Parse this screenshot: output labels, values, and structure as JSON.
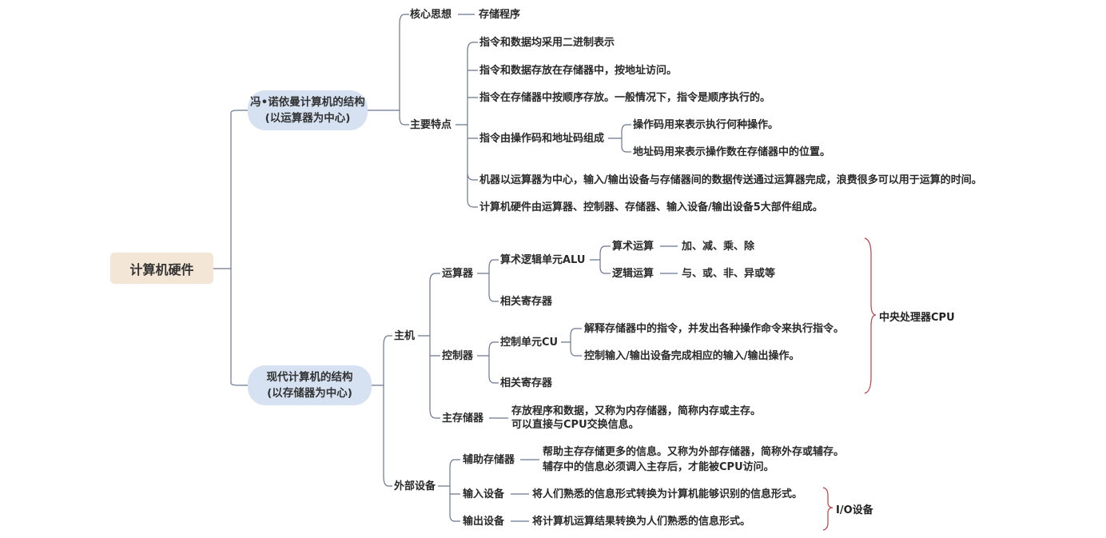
{
  "root": "计算机硬件",
  "von_neumann": {
    "title_line1": "冯•诺依曼计算机的结构",
    "title_line2": "(以运算器为中心)",
    "core_idea": {
      "label": "核心思想",
      "value": "存储程序"
    },
    "features": {
      "label": "主要特点",
      "items": [
        "指令和数据均采用二进制表示",
        "指令和数据存放在存储器中，按地址访问。",
        "指令在存储器中按顺序存放。一般情况下，指令是顺序执行的。",
        "指令由操作码和地址码组成",
        "机器以运算器为中心，输入/输出设备与存储器间的数据传送通过运算器完成，浪费很多可以用于运算的时间。",
        "计算机硬件由运算器、控制器、存储器、输入设备/输出设备5大部件组成。"
      ],
      "opcode_detail": "操作码用来表示执行何种操作。",
      "address_detail": "地址码用来表示操作数在存储器中的位置。"
    }
  },
  "modern": {
    "title_line1": "现代计算机的结构",
    "title_line2": "(以存储器为中心)",
    "host": {
      "label": "主机",
      "alu_unit": {
        "label": "运算器",
        "alu": "算术逻辑单元ALU",
        "arith_label": "算术运算",
        "arith_value": "加、减、乘、除",
        "logic_label": "逻辑运算",
        "logic_value": "与、或、非、异或等",
        "registers": "相关寄存器"
      },
      "controller": {
        "label": "控制器",
        "cu": "控制单元CU",
        "cu_item1": "解释存储器中的指令，并发出各种操作命令来执行指令。",
        "cu_item2": "控制输入/输出设备完成相应的输入/输出操作。",
        "registers": "相关寄存器"
      },
      "main_memory": {
        "label": "主存储器",
        "line1": "存放程序和数据，又称为内存储器，简称内存或主存。",
        "line2": "可以直接与CPU交换信息。"
      },
      "cpu_label": "中央处理器CPU"
    },
    "peripherals": {
      "label": "外部设备",
      "aux": {
        "label": "辅助存储器",
        "line1": "帮助主存存储更多的信息。又称为外部存储器，简称外存或辅存。",
        "line2": "辅存中的信息必须调入主存后，才能被CPU访问。"
      },
      "input": {
        "label": "输入设备",
        "value": "将人们熟悉的信息形式转换为计算机能够识别的信息形式。"
      },
      "output": {
        "label": "输出设备",
        "value": "将计算机运算结果转换为人们熟悉的信息形式。"
      },
      "io_label": "I/O设备"
    }
  }
}
